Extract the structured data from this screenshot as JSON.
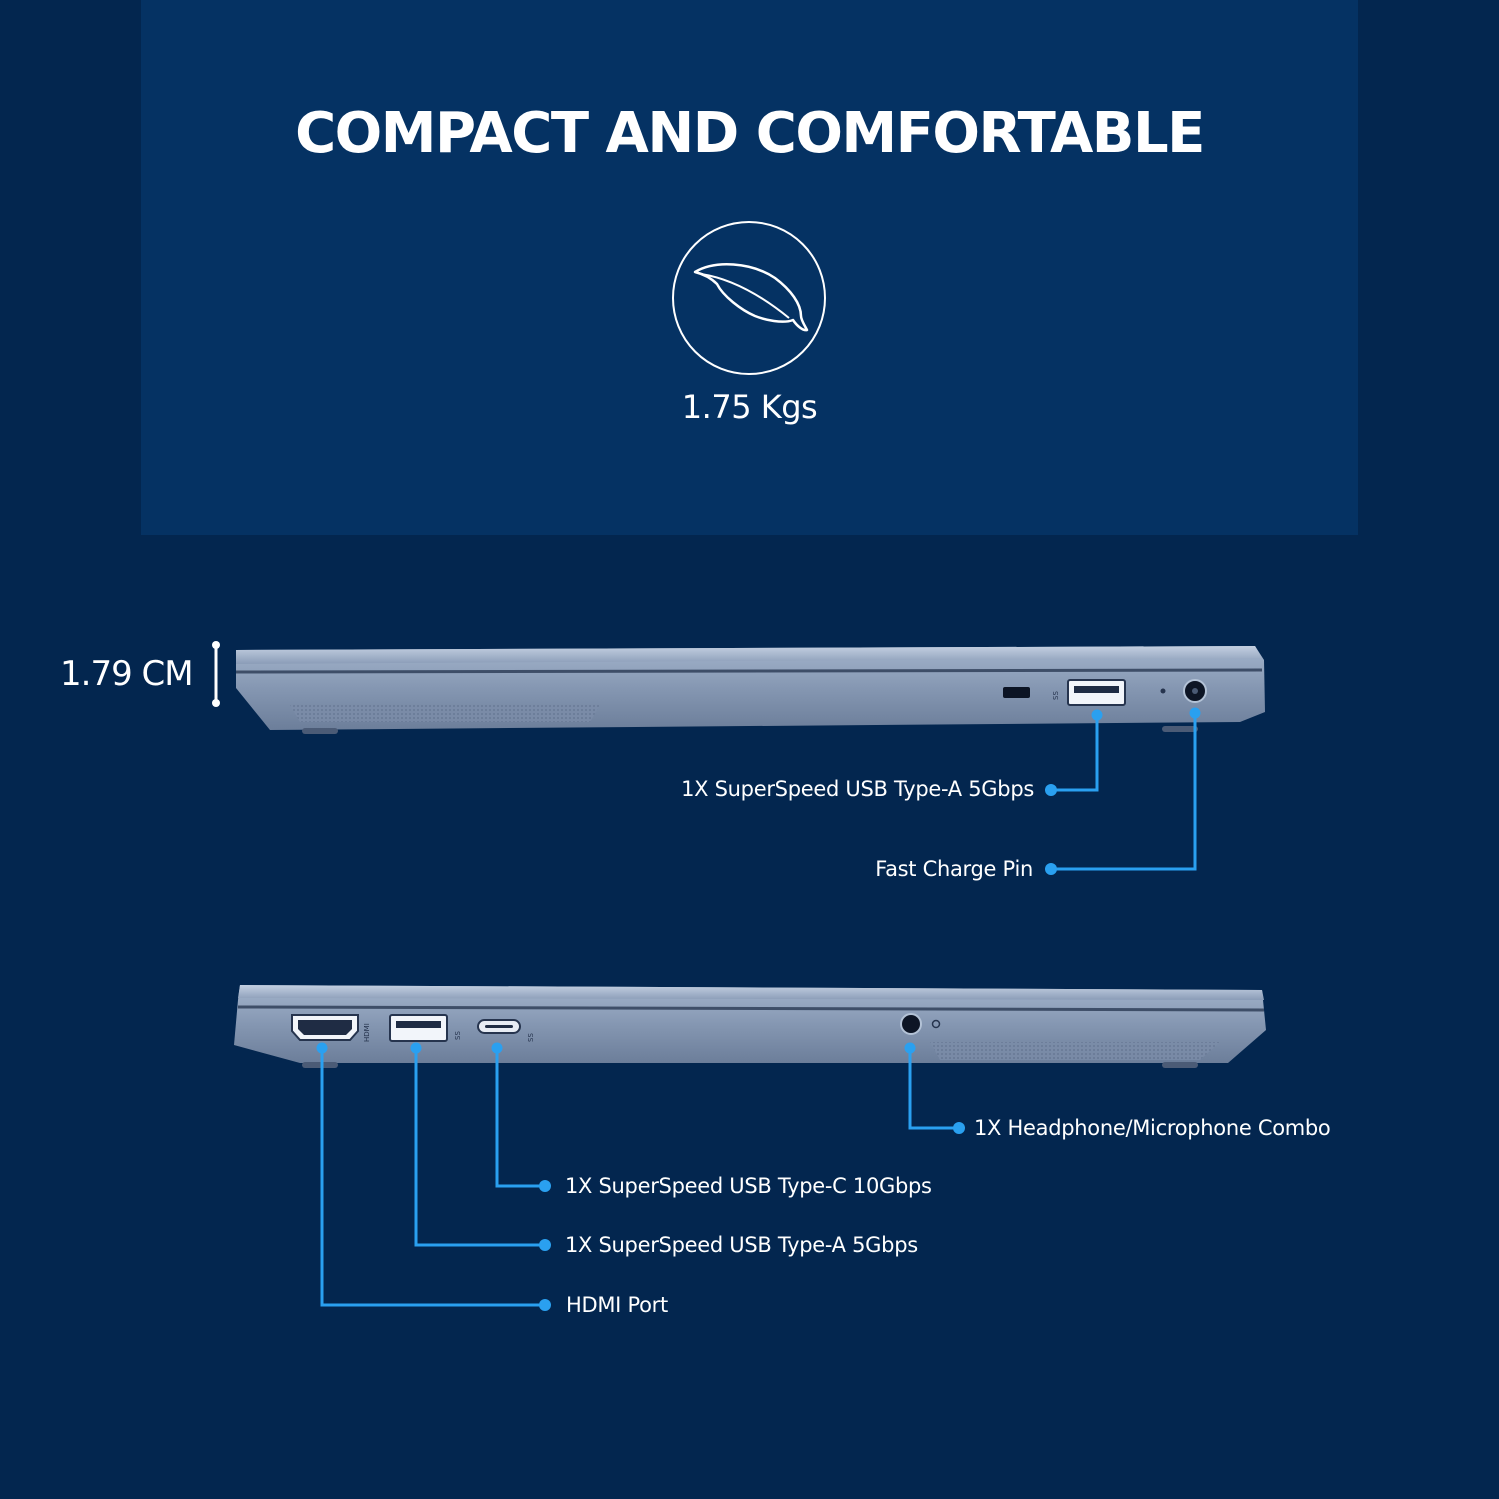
{
  "headline": "COMPACT AND COMFORTABLE",
  "weight": "1.75 Kgs",
  "thickness": "1.79 CM",
  "icons": {
    "weight": "feather-icon",
    "thickness": "dimension-bar-icon"
  },
  "colors": {
    "background": "#03264f",
    "panel": "#053263",
    "callout": "#2aa0f0",
    "laptop_body": "#8a9cb7"
  },
  "right_side_ports": [
    {
      "label": "1X SuperSpeed USB Type-A 5Gbps"
    },
    {
      "label": "Fast Charge Pin"
    }
  ],
  "left_side_ports": [
    {
      "label": "1X Headphone/Microphone Combo"
    },
    {
      "label": "1X SuperSpeed USB Type-C 10Gbps"
    },
    {
      "label": "1X SuperSpeed USB Type-A 5Gbps"
    },
    {
      "label": "HDMI Port"
    }
  ]
}
